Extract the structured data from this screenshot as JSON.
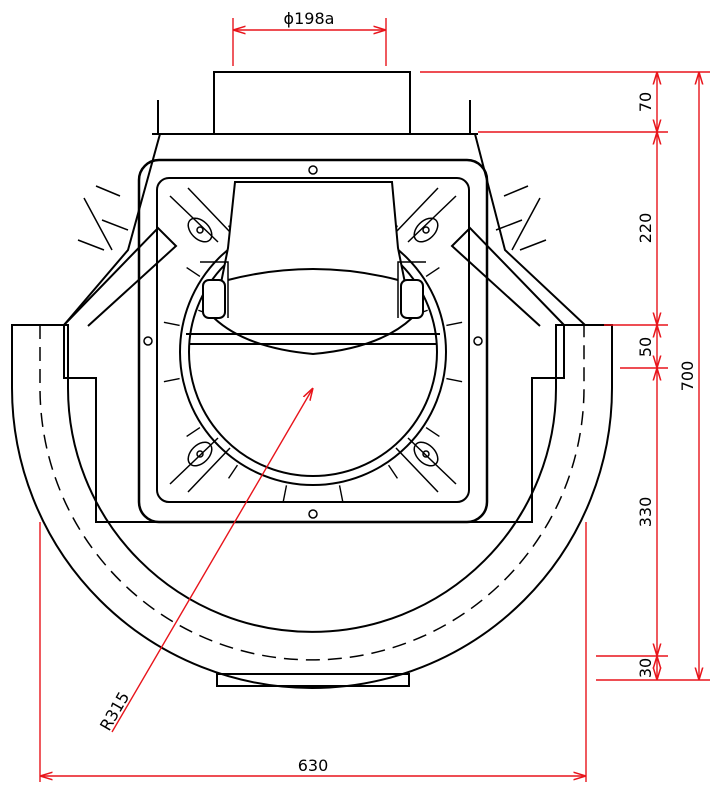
{
  "colors": {
    "line": "#000000",
    "dimension": "#e8141b",
    "background": "#ffffff"
  },
  "dimensions": {
    "flue_diameter": "ϕ198a",
    "radius": "R315",
    "width": "630",
    "height_total": "700",
    "height_70": "70",
    "height_220": "220",
    "height_50": "50",
    "height_330": "330",
    "height_30": "30"
  }
}
